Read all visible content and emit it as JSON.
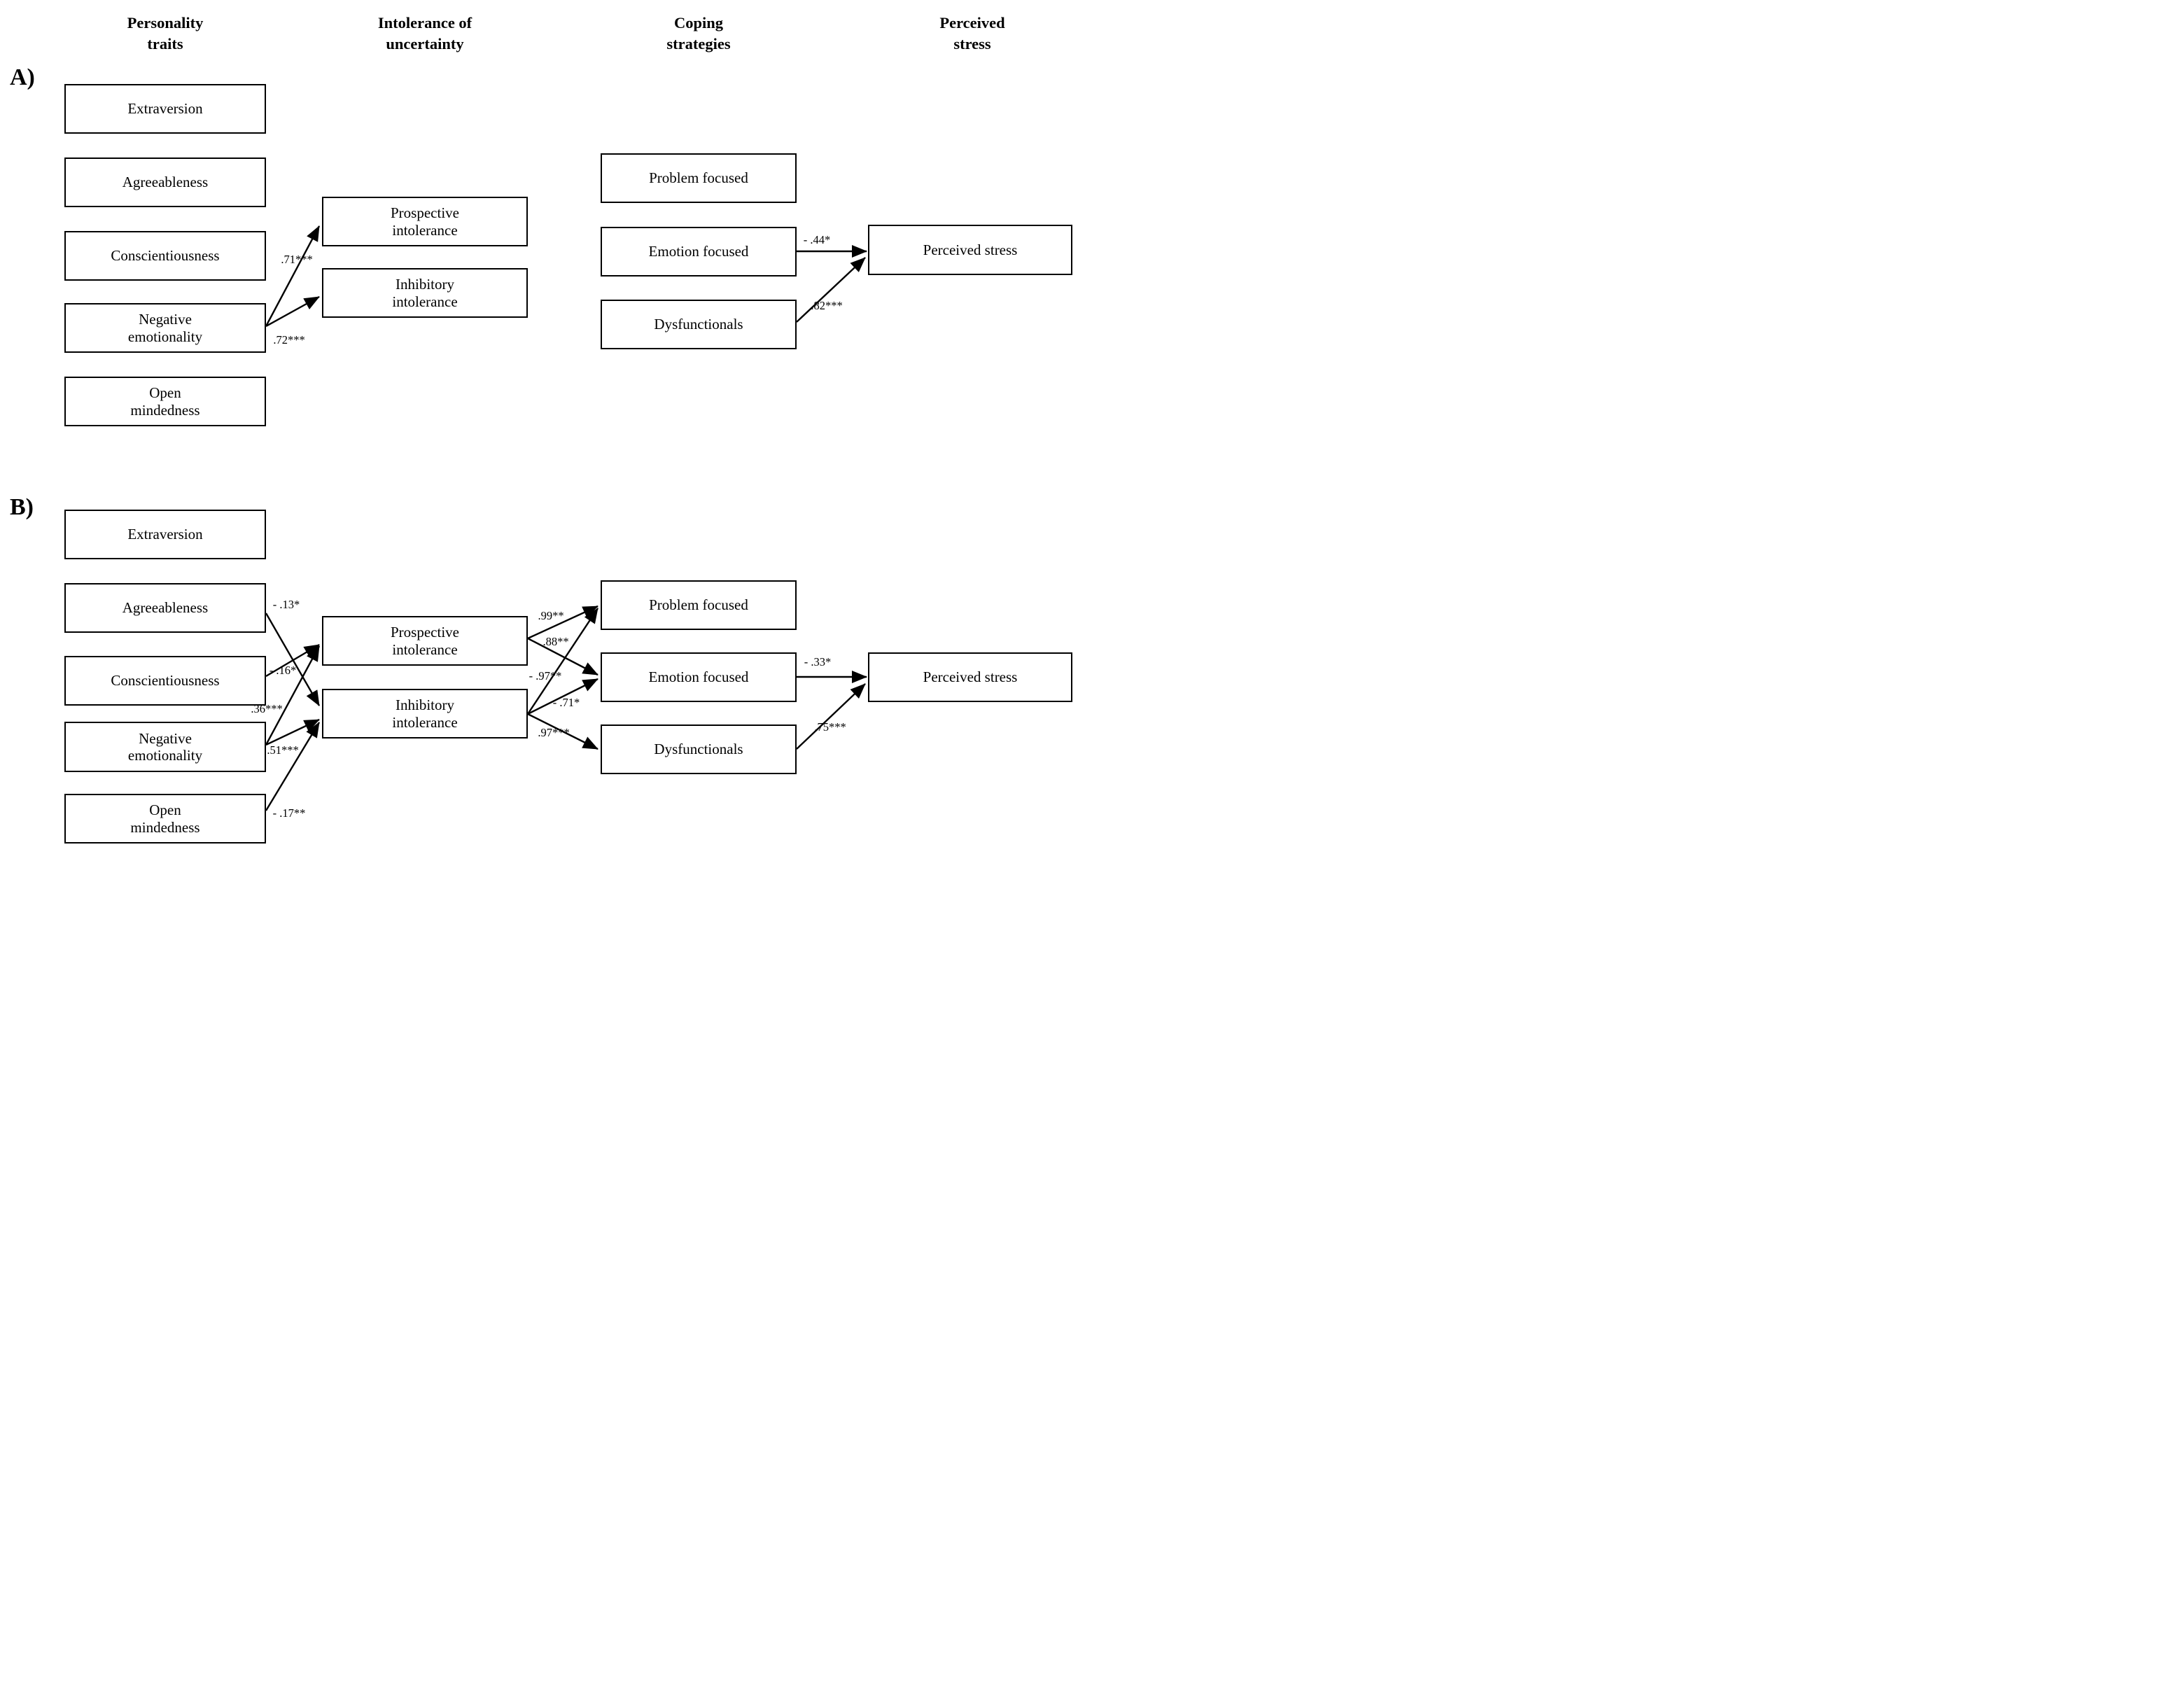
{
  "figure": {
    "column_headers": [
      {
        "id": "personality_traits",
        "line1": "Personality",
        "line2": "traits"
      },
      {
        "id": "intolerance_of_uncertainty",
        "line1": "Intolerance of",
        "line2": "uncertainty"
      },
      {
        "id": "coping_strategies",
        "line1": "Coping",
        "line2": "strategies"
      },
      {
        "id": "perceived_stress",
        "line1": "Perceived",
        "line2": "stress"
      }
    ],
    "panel_a": {
      "label": "A)",
      "boxes": {
        "extraversion": {
          "line1": "Extraversion"
        },
        "agreeableness": {
          "line1": "Agreeableness"
        },
        "conscientiousness": {
          "line1": "Conscientiousness"
        },
        "negative_emotionality": {
          "line1": "Negative",
          "line2": "emotionality"
        },
        "open_mindedness": {
          "line1": "Open",
          "line2": "mindedness"
        },
        "prospective_intolerance": {
          "line1": "Prospective",
          "line2": "intolerance"
        },
        "inhibitory_intolerance": {
          "line1": "Inhibitory",
          "line2": "intolerance"
        },
        "problem_focused": {
          "line1": "Problem focused"
        },
        "emotion_focused": {
          "line1": "Emotion focused"
        },
        "dysfunctionals": {
          "line1": "Dysfunctionals"
        },
        "perceived_stress": {
          "line1": "Perceived stress"
        }
      },
      "paths": [
        {
          "from": "Negative emotionality",
          "to": "Prospective intolerance",
          "value": ".71***"
        },
        {
          "from": "Negative emotionality",
          "to": "Inhibitory intolerance",
          "value": ".72***"
        },
        {
          "from": "Emotion focused",
          "to": "Perceived stress",
          "value": "- .44*"
        },
        {
          "from": "Dysfunctionals",
          "to": "Perceived stress",
          "value": ".82***"
        }
      ]
    },
    "panel_b": {
      "label": "B)",
      "boxes": {
        "extraversion": {
          "line1": "Extraversion"
        },
        "agreeableness": {
          "line1": "Agreeableness"
        },
        "conscientiousness": {
          "line1": "Conscientiousness"
        },
        "negative_emotionality": {
          "line1": "Negative",
          "line2": "emotionality"
        },
        "open_mindedness": {
          "line1": "Open",
          "line2": "mindedness"
        },
        "prospective_intolerance": {
          "line1": "Prospective",
          "line2": "intolerance"
        },
        "inhibitory_intolerance": {
          "line1": "Inhibitory",
          "line2": "intolerance"
        },
        "problem_focused": {
          "line1": "Problem focused"
        },
        "emotion_focused": {
          "line1": "Emotion focused"
        },
        "dysfunctionals": {
          "line1": "Dysfunctionals"
        },
        "perceived_stress": {
          "line1": "Perceived stress"
        }
      },
      "paths": [
        {
          "from": "Agreeableness",
          "to": "Inhibitory intolerance",
          "value": "- .13*"
        },
        {
          "from": "Conscientiousness",
          "to": "Prospective intolerance",
          "value": "- .16*"
        },
        {
          "from": "Negative emotionality",
          "to": "Prospective intolerance",
          "value": ".36***"
        },
        {
          "from": "Negative emotionality",
          "to": "Inhibitory intolerance",
          "value": ".51***"
        },
        {
          "from": "Open mindedness",
          "to": "Inhibitory intolerance",
          "value": "- .17**"
        },
        {
          "from": "Prospective intolerance",
          "to": "Problem focused",
          "value": ".99**"
        },
        {
          "from": "Prospective intolerance",
          "to": "Emotion focused",
          "value": ".88**"
        },
        {
          "from": "Inhibitory intolerance",
          "to": "Problem focused",
          "value": "- .97**"
        },
        {
          "from": "Inhibitory intolerance",
          "to": "Emotion focused",
          "value": "- .71*"
        },
        {
          "from": "Inhibitory intolerance",
          "to": "Dysfunctionals",
          "value": ".97***"
        },
        {
          "from": "Emotion focused",
          "to": "Perceived stress",
          "value": "- .33*"
        },
        {
          "from": "Dysfunctionals",
          "to": "Perceived stress",
          "value": ".75***"
        }
      ]
    }
  }
}
